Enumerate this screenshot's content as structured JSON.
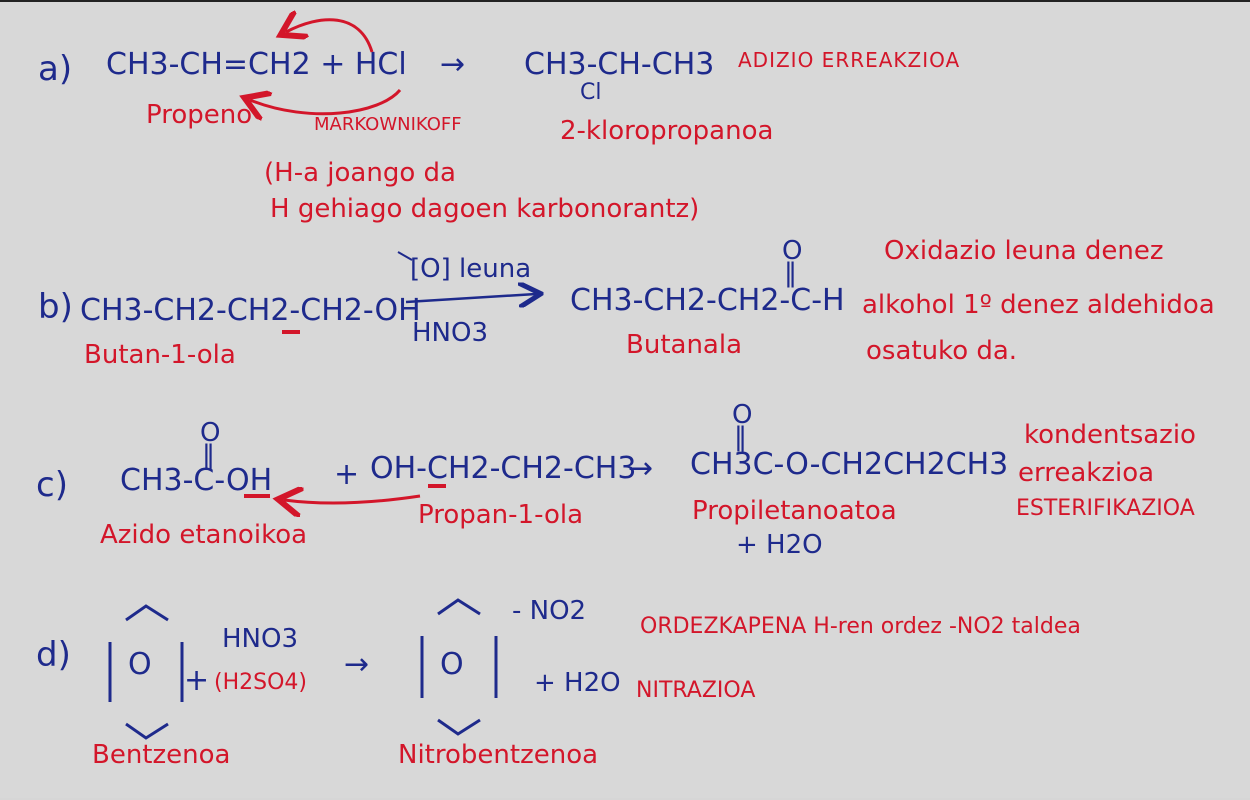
{
  "a": {
    "label": "a)",
    "reactant": "CH3-CH=CH2 + HCl",
    "arrow": "→",
    "product": "CH3-CH-CH3",
    "product_sub": "Cl",
    "title": "ADIZIO ERREAKZIOA",
    "reactant_name": "Propeno",
    "rule": "MARKOWNIKOFF",
    "product_name": "2-kloropropanoa",
    "note_line1": "(H-a joango da",
    "note_line2": "H gehiago dagoen karbonorantz)"
  },
  "b": {
    "label": "b)",
    "reactant": "CH3-CH2-CH2-CH2-OH",
    "arrow_top": "[O] leuna",
    "arrow_bottom": "HNO3",
    "product_top": "O",
    "product_bond": "‖",
    "product": "CH3-CH2-CH2-C-H",
    "reactant_name": "Butan-1-ola",
    "product_name": "Butanala",
    "note_line1": "Oxidazio leuna denez",
    "note_line2": "alkohol 1º denez aldehidoa",
    "note_line3": "osatuko da."
  },
  "c": {
    "label": "c)",
    "acid_top": "O",
    "acid_bond": "‖",
    "acid": "CH3-C-OH",
    "plus": "+",
    "alcohol": "OH-CH2-CH2-CH3",
    "arrow": "→",
    "ester_top": "O",
    "ester_bond": "‖",
    "ester": "CH3C-O-CH2CH2CH3",
    "acid_name": "Azido etanoikoa",
    "alcohol_name": "Propan-1-ola",
    "ester_name": "Propiletanoatoa",
    "water": "+ H2O",
    "note_line1": "kondentsazio",
    "note_line2": "erreakzioa",
    "note_line3": "ESTERIFIKAZIOA"
  },
  "d": {
    "label": "d)",
    "ring_center": "O",
    "plus": "+",
    "reagent": "HNO3",
    "catalyst": "(H2SO4)",
    "arrow": "→",
    "ring2_center": "O",
    "substituent": "- NO2",
    "water": "+ H2O",
    "note_line1": "ORDEZKAPENA H-ren ordez -NO2 taldea",
    "note_line2": "NITRAZIOA",
    "reactant_name": "Bentzenoa",
    "product_name": "Nitrobentzenoa"
  }
}
